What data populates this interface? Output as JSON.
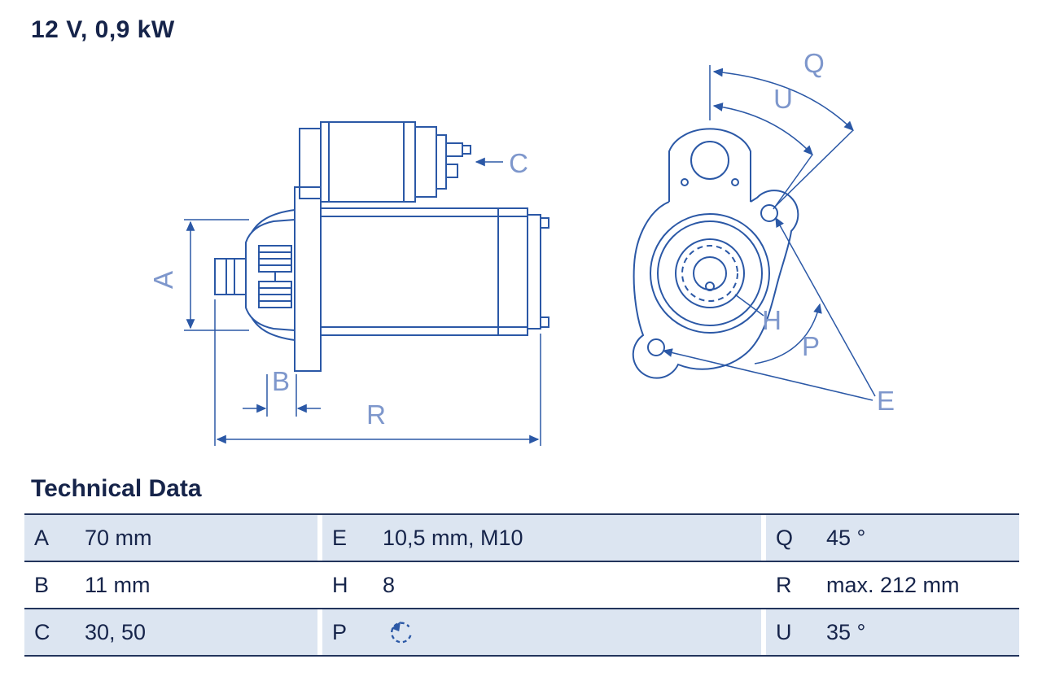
{
  "title": "12 V, 0,9 kW",
  "technical_data": {
    "heading": "Technical Data",
    "rows": [
      {
        "cells": [
          {
            "key": "A",
            "value": "70 mm"
          },
          {
            "key": "E",
            "value": "10,5 mm, M10"
          },
          {
            "key": "Q",
            "value": "45 °"
          }
        ]
      },
      {
        "cells": [
          {
            "key": "B",
            "value": "11 mm"
          },
          {
            "key": "H",
            "value": "8"
          },
          {
            "key": "R",
            "value": "max. 212 mm"
          }
        ]
      },
      {
        "cells": [
          {
            "key": "C",
            "value": "30, 50"
          },
          {
            "key": "P",
            "value": "",
            "icon": "rotation-ccw-icon"
          },
          {
            "key": "U",
            "value": "35 °"
          }
        ]
      }
    ]
  },
  "diagram": {
    "labels": {
      "A": "A",
      "B": "B",
      "C": "C",
      "R": "R",
      "Q": "Q",
      "U": "U",
      "H": "H",
      "P": "P",
      "E": "E"
    }
  },
  "colors": {
    "line_blue": "#2b58a6",
    "label_blue": "#7e97cc",
    "text_navy": "#16244a",
    "row_highlight": "#dce5f1",
    "rule_navy": "#22345c"
  }
}
